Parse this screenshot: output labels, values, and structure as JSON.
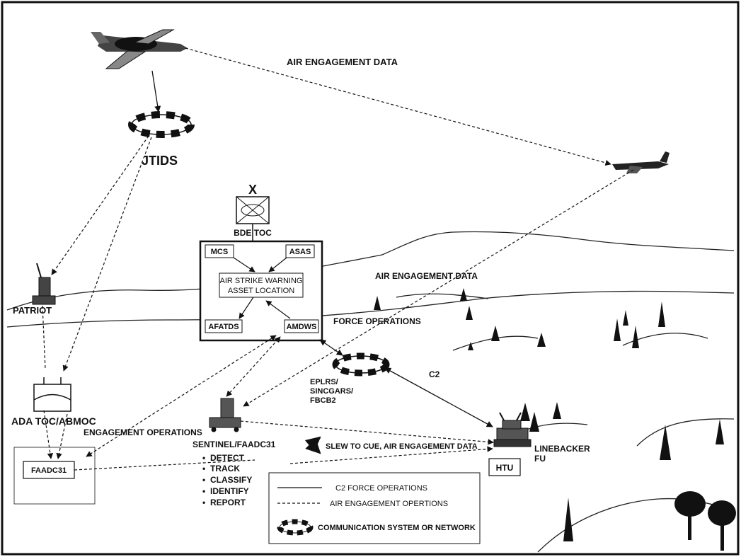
{
  "labels": {
    "air_engagement_top": "AIR ENGAGEMENT DATA",
    "jtids": "JTIDS",
    "x_mark": "X",
    "bde_toc": "BDE TOC",
    "mcs": "MCS",
    "asas": "ASAS",
    "warning_line1": "AIR STRIKE WARNING",
    "warning_line2": "ASSET LOCATION",
    "afatds": "AFATDS",
    "amdws": "AMDWS",
    "air_engagement_mid": "AIR ENGAGEMENT DATA",
    "force_operations": "FORCE OPERATIONS",
    "patriot": "PATRIOT",
    "ada_toc": "ADA TOC/ABMOC",
    "engagement_operations": "ENGAGEMENT OPERATIONS",
    "faadc31_box": "FAADC31",
    "sentinel": "SENTINEL/FAADC31",
    "eplrs_line1": "EPLRS/",
    "eplrs_line2": "SINCGARS/",
    "eplrs_line3": "FBCB2",
    "c2": "C2",
    "slew": "SLEW TO CUE, AIR ENGAGEMENT DATA",
    "linebacker_line1": "LINEBACKER",
    "linebacker_line2": "FU",
    "htu": "HTU"
  },
  "sentinel_functions": [
    "DETECT",
    "TRACK",
    "CLASSIFY",
    "IDENTIFY",
    "REPORT"
  ],
  "bullet": "•",
  "legend": {
    "solid_label": "C2  FORCE OPERATIONS",
    "dashed_label": "AIR ENGAGEMENT OPERTIONS",
    "ring_label": "COMMUNICATION SYSTEM OR NETWORK"
  },
  "colors": {
    "ink": "#111111",
    "background": "#ffffff"
  }
}
